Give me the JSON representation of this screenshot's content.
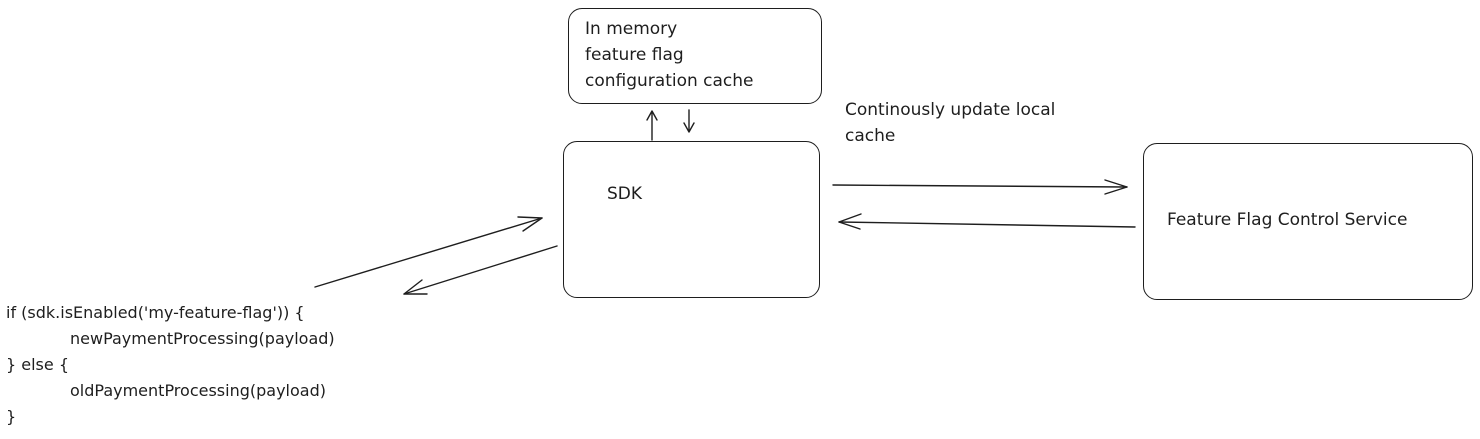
{
  "diagram": {
    "cache_box": {
      "lines": [
        "In memory",
        "feature flag",
        "configuration cache"
      ]
    },
    "sdk_box": {
      "label": "SDK"
    },
    "service_box": {
      "label": "Feature Flag Control Service"
    },
    "update_note": {
      "lines": [
        "Continously update local",
        "cache"
      ]
    },
    "code_snippet": {
      "lines": [
        "if (sdk.isEnabled('my-feature-flag')) {",
        "newPaymentProcessing(payload)",
        "} else {",
        "oldPaymentProcessing(payload)",
        "}"
      ]
    }
  },
  "colors": {
    "stroke": "#1e1e1e",
    "background": "#ffffff"
  }
}
